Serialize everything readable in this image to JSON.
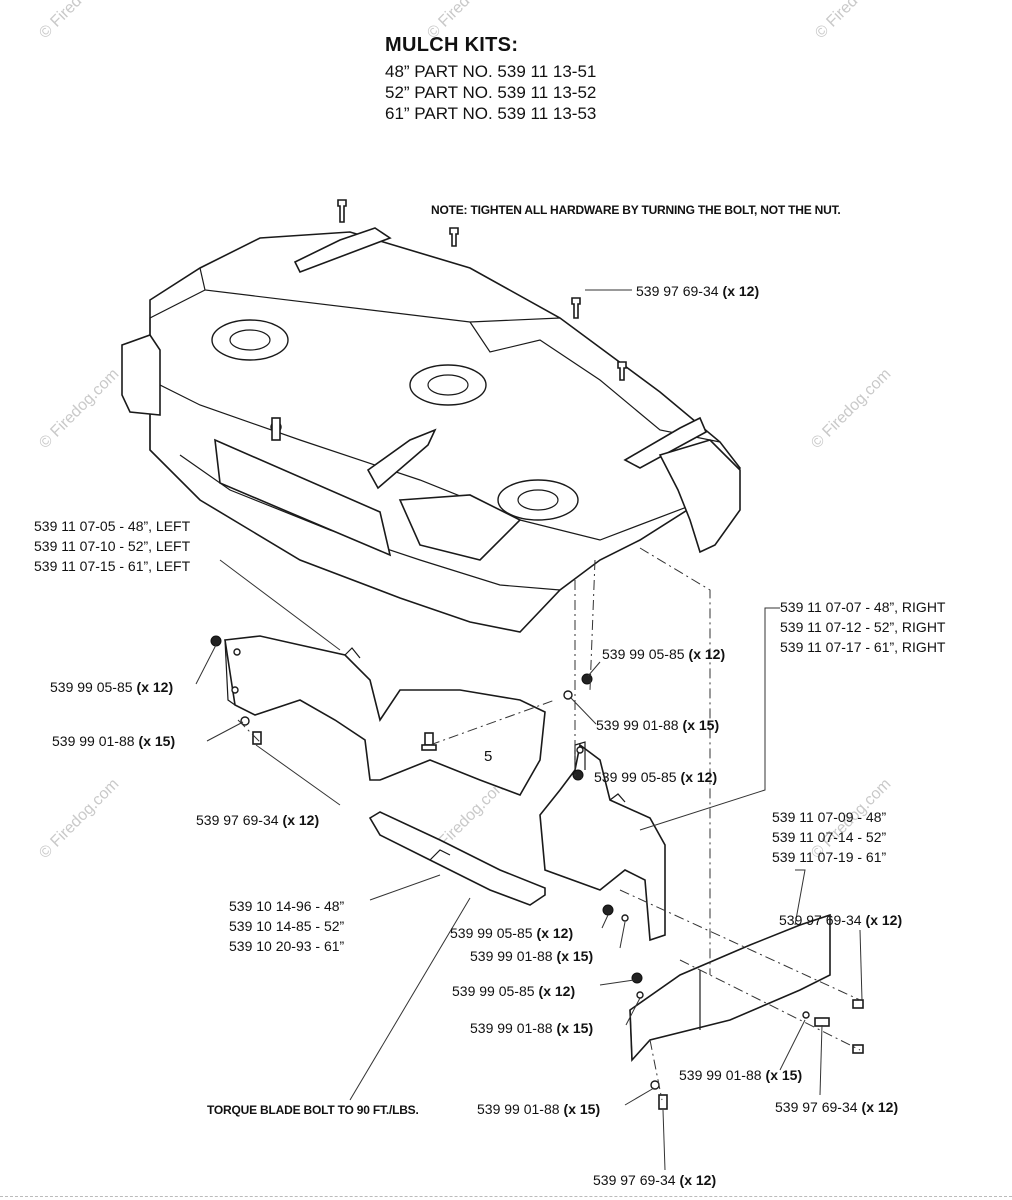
{
  "header": {
    "title": "MULCH KITS:",
    "lines": [
      "48” PART NO. 539 11 13-51",
      "52” PART NO. 539 11 13-52",
      "61” PART NO. 539 11 13-53"
    ]
  },
  "note": "NOTE: TIGHTEN ALL HARDWARE BY TURNING THE BOLT, NOT THE NUT.",
  "torque_note": "TORQUE BLADE BOLT TO 90 FT./LBS.",
  "callout_number": "5",
  "watermarks": [
    "© Firedog.com",
    "© Firedog.com",
    "© Firedog.com",
    "© Firedog.com",
    "© Firedog.com",
    "© Firedog.com",
    "© Firedog.com",
    "© Firedog.com"
  ],
  "labels": {
    "bolt_top": {
      "pn": "539  97 69-34",
      "qty": "(x 12)"
    },
    "left_baffle": [
      "539 11 07-05 - 48”, LEFT",
      "539 11 07-10 - 52”, LEFT",
      "539 11 07-15 - 61”, LEFT"
    ],
    "right_baffle": [
      "539 11 07-07 - 48”, RIGHT",
      "539 11 07-12 - 52”, RIGHT",
      "539 11 07-17 - 61”, RIGHT"
    ],
    "nut_left": {
      "pn": "539 99 05-85",
      "qty": "(x 12)"
    },
    "washer_left": {
      "pn": "539  99 01-88",
      "qty": "(x 15)"
    },
    "bolt_left": {
      "pn": "539  97 69-34",
      "qty": "(x 12)"
    },
    "nut_center": {
      "pn": "539 99 05-85",
      "qty": "(x 12)"
    },
    "washer_center": {
      "pn": "539  99 01-88",
      "qty": "(x 15)"
    },
    "nut_center2": {
      "pn": "539 99 05-85",
      "qty": "(x 12)"
    },
    "blade": [
      "539 10 14-96 - 48”",
      "539 10 14-85 - 52”",
      "539 10 20-93 - 61”"
    ],
    "front_baffle": [
      "539 11 07-09 - 48”",
      "539 11 07-14 - 52”",
      "539 11 07-19 - 61”"
    ],
    "nut_lower1": {
      "pn": "539 99 05-85",
      "qty": "(x 12)"
    },
    "washer_lower1": {
      "pn": "539  99 01-88",
      "qty": "(x 15)"
    },
    "nut_lower2": {
      "pn": "539 99 05-85",
      "qty": "(x 12)"
    },
    "washer_lower2": {
      "pn": "539  99 01-88",
      "qty": "(x 15)"
    },
    "bolt_right": {
      "pn": "539  97 69-34",
      "qty": "(x 12)"
    },
    "washer_right": {
      "pn": "539  99 01-88",
      "qty": "(x 15)"
    },
    "bolt_right2": {
      "pn": "539  97 69-34",
      "qty": "(x 12)"
    },
    "washer_bottom": {
      "pn": "539  99 01-88",
      "qty": "(x 15)"
    },
    "bolt_bottom": {
      "pn": "539  97 69-34",
      "qty": "(x 12)"
    }
  }
}
